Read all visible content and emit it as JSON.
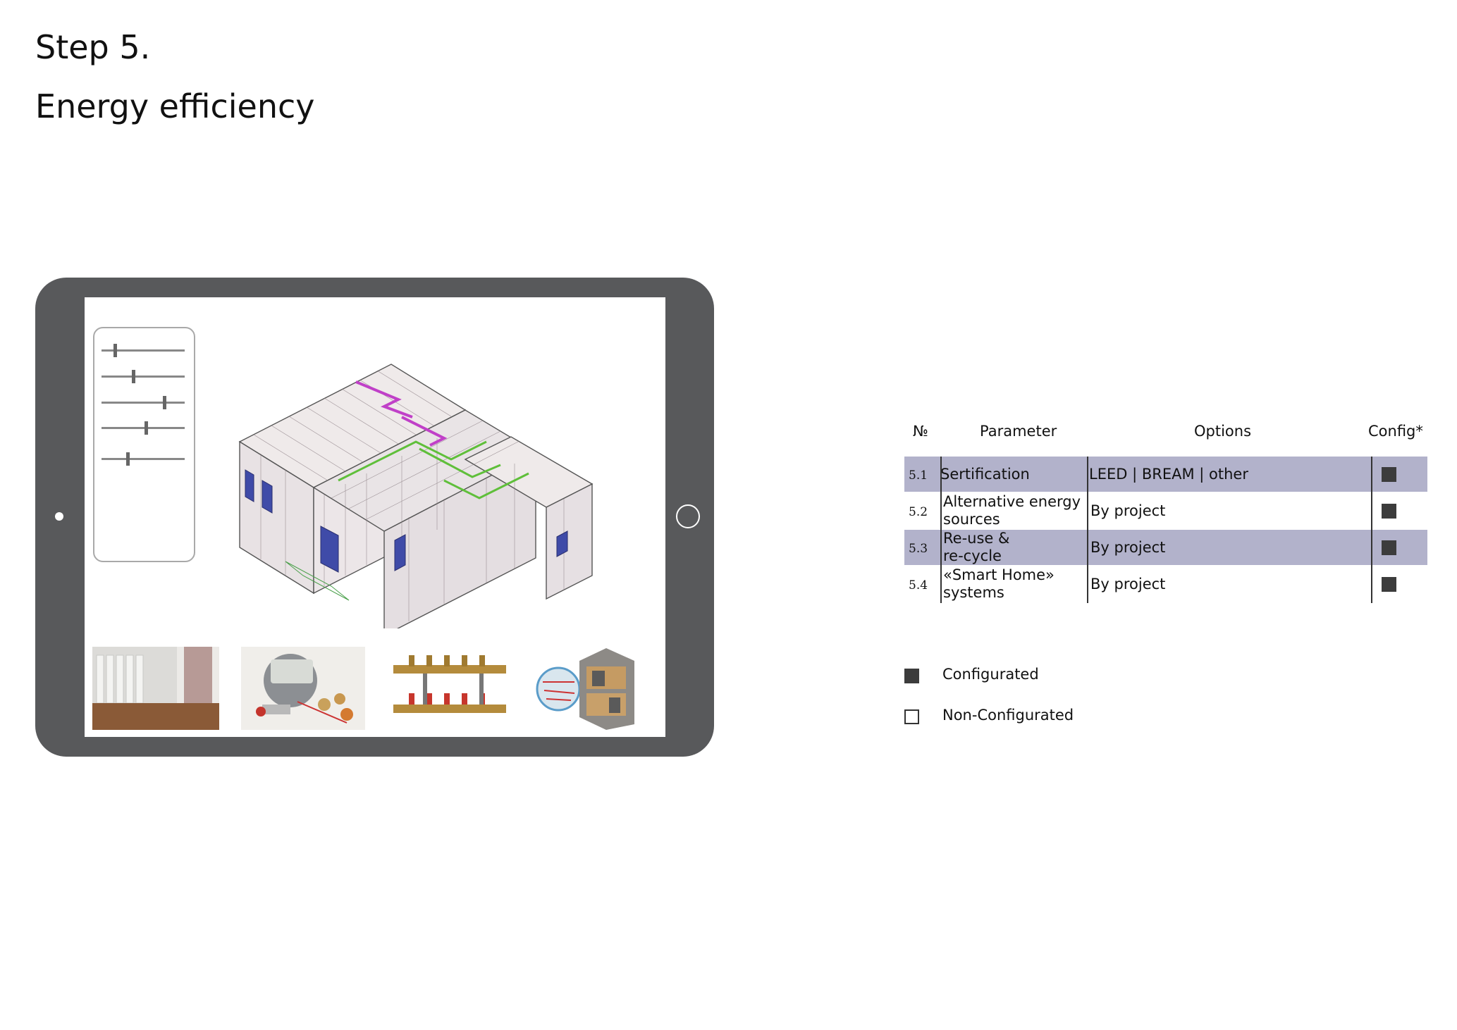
{
  "header": {
    "step": "Step 5.",
    "title": "Energy efficiency"
  },
  "tablet": {
    "sliders": [
      0.16,
      0.38,
      0.75,
      0.53,
      0.31
    ]
  },
  "table": {
    "headers": {
      "num": "№",
      "parameter": "Parameter",
      "options": "Options",
      "config": "Config*"
    },
    "rows": [
      {
        "num": "5.1",
        "param_line1": "Sertification",
        "param_line2": "",
        "options": "LEED | BREAM | other",
        "configured": true,
        "shaded": true
      },
      {
        "num": "5.2",
        "param_line1": "Alternative energy",
        "param_line2": "sources",
        "options": "By project",
        "configured": true,
        "shaded": false
      },
      {
        "num": "5.3",
        "param_line1": "Re-use &",
        "param_line2": "re-cycle",
        "options": "By project",
        "configured": true,
        "shaded": true
      },
      {
        "num": "5.4",
        "param_line1": "«Smart Home»",
        "param_line2": "systems",
        "options": "By project",
        "configured": true,
        "shaded": false
      }
    ]
  },
  "legend": {
    "configured": "Configurated",
    "non_configured": "Non-Configurated"
  },
  "colors": {
    "tablet_frame": "#58595b",
    "row_shade": "#b2b2cb",
    "config_square": "#3c3c3c"
  }
}
